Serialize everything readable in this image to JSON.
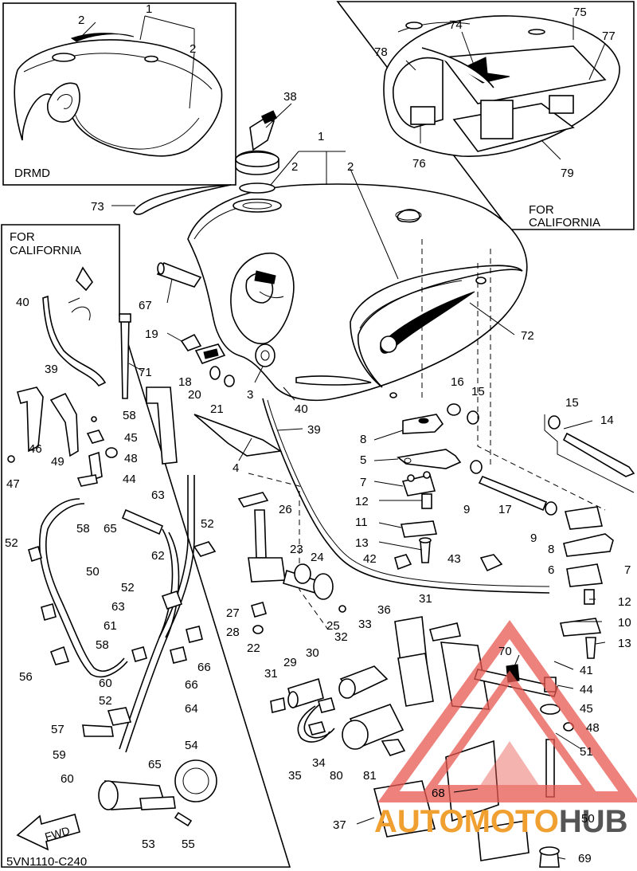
{
  "insets": {
    "drmd_label": "DRMD",
    "california_tank_label_line1": "FOR",
    "california_tank_label_line2": "CALIFORNIA",
    "california_hose_label_line1": "FOR",
    "california_hose_label_line2": "CALIFORNIA"
  },
  "diagram_code": "5VN1110-C240",
  "fwd_label": "FWD",
  "watermark": {
    "part1": "AUTO",
    "part2": "MOTO",
    "part3": "HUB",
    "color_red": "#e8574f",
    "color_orange": "#f0a030",
    "color_dark": "#555555"
  },
  "callouts": {
    "c1a": "1",
    "c2a": "2",
    "c2b": "2",
    "c38": "38",
    "c1b": "1",
    "c2c": "2",
    "c2d": "2",
    "c73": "73",
    "c74": "74",
    "c75": "75",
    "c77": "77",
    "c78": "78",
    "c76": "76",
    "c79": "79",
    "c40a": "40",
    "c67": "67",
    "c19": "19",
    "c72": "72",
    "c39a": "39",
    "c71": "71",
    "c18": "18",
    "c20": "20",
    "c21": "21",
    "c3": "3",
    "c40b": "40",
    "c16": "16",
    "c15a": "15",
    "c15b": "15",
    "c14": "14",
    "c58a": "58",
    "c45a": "45",
    "c48a": "48",
    "c46": "46",
    "c49": "49",
    "c47": "47",
    "c44a": "44",
    "c39b": "39",
    "c4": "4",
    "c8a": "8",
    "c5": "5",
    "c7a": "7",
    "c9a": "9",
    "c17": "17",
    "c9b": "9",
    "c12a": "12",
    "c11": "11",
    "c13a": "13",
    "c42": "42",
    "c43": "43",
    "c8b": "8",
    "c6": "6",
    "c7b": "7",
    "c12b": "12",
    "c10": "10",
    "c13b": "13",
    "c63a": "63",
    "c58b": "58",
    "c65a": "65",
    "c52a": "52",
    "c52b": "52",
    "c50a": "50",
    "c62": "62",
    "c26": "26",
    "c23": "23",
    "c24": "24",
    "c27": "27",
    "c28": "28",
    "c25": "25",
    "c22": "22",
    "c52c": "52",
    "c63b": "63",
    "c61": "61",
    "c58c": "58",
    "c56": "56",
    "c60a": "60",
    "c66a": "66",
    "c66b": "66",
    "c31a": "31",
    "c36": "36",
    "c33": "33",
    "c32": "32",
    "c29": "29",
    "c30": "30",
    "c31b": "31",
    "c70": "70",
    "c41": "41",
    "c44b": "44",
    "c45b": "45",
    "c48b": "48",
    "c51": "51",
    "c52d": "52",
    "c64": "64",
    "c57": "57",
    "c59": "59",
    "c54": "54",
    "c60b": "60",
    "c65b": "65",
    "c53": "53",
    "c55": "55",
    "c35": "35",
    "c34": "34",
    "c80": "80",
    "c81": "81",
    "c68": "68",
    "c37": "37",
    "c50b": "50",
    "c69": "69"
  }
}
